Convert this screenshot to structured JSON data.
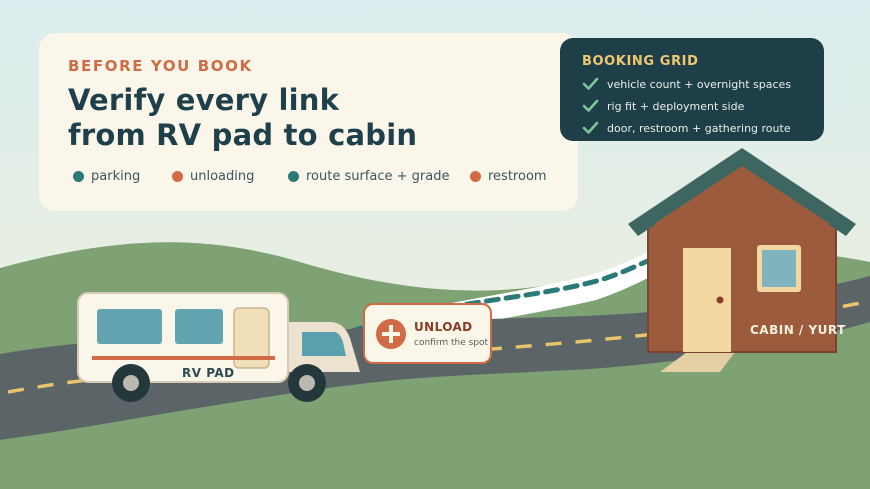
{
  "intro": {
    "eyebrow": "BEFORE YOU BOOK",
    "headline_line1": "Verify every link",
    "headline_line2": "from RV pad to cabin",
    "legend": [
      {
        "label": "parking",
        "color": "#2b7a78"
      },
      {
        "label": "unloading",
        "color": "#d06b45"
      },
      {
        "label": "route surface + grade",
        "color": "#2b7a78"
      },
      {
        "label": "restroom",
        "color": "#d06b45"
      }
    ]
  },
  "booking_grid": {
    "title": "BOOKING GRID",
    "items": [
      "vehicle count + overnight spaces",
      "rig fit + deployment side",
      "door, restroom + gathering route"
    ]
  },
  "unload": {
    "title": "UNLOAD",
    "subtitle": "confirm the spot"
  },
  "labels": {
    "rv": "RV PAD",
    "cabin": "CABIN / YURT"
  },
  "colors": {
    "sky_top": "#dcefef",
    "sky_bottom": "#f3efdc",
    "hills": "#7fa274",
    "road": "#5b6466",
    "accent_teal": "#2b7a78",
    "accent_orange": "#d06b45",
    "card_dark": "#1e3f48",
    "cabin_wall": "#9c5b3c",
    "cabin_roof": "#3e6660"
  },
  "icons": [
    "check-icon",
    "plus-icon",
    "rv-icon",
    "cabin-icon"
  ]
}
